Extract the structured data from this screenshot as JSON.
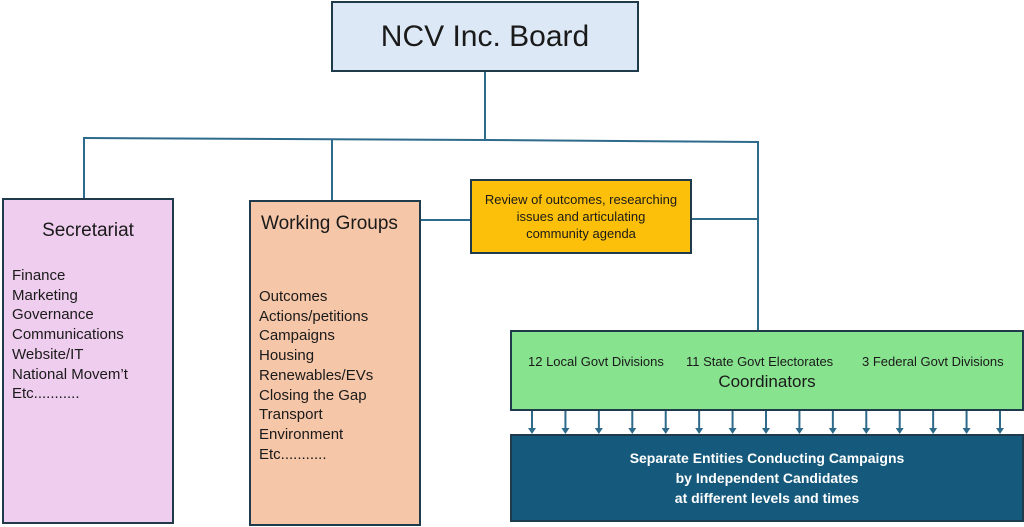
{
  "board": {
    "title": "NCV Inc. Board"
  },
  "secretariat": {
    "title": "Secretariat",
    "items": [
      "Finance",
      "Marketing",
      "Governance",
      "Communications",
      "Website/IT",
      "National Movem’t",
      "Etc..........."
    ]
  },
  "working_groups": {
    "title": "Working Groups",
    "items": [
      "Outcomes",
      "Actions/petitions",
      "Campaigns",
      "Housing",
      "Renewables/EVs",
      "Closing the Gap",
      "Transport",
      "Environment",
      "Etc..........."
    ]
  },
  "review": {
    "lines": [
      "Review of outcomes, researching",
      "issues and articulating",
      "community agenda"
    ]
  },
  "coordinators": {
    "levels": [
      "12 Local Govt Divisions",
      "11 State Govt Electorates",
      "3 Federal Govt Divisions"
    ],
    "label": "Coordinators"
  },
  "entities": {
    "lines": [
      "Separate Entities Conducting Campaigns",
      "by Independent Candidates",
      "at different levels and times"
    ],
    "arrow_count": 15
  },
  "colors": {
    "board": "#dce8f5",
    "secretariat": "#efcdee",
    "working_groups": "#f6c6a8",
    "review": "#fdc00a",
    "coordinators": "#88e38f",
    "entities": "#155a7c",
    "connector": "#2e6a8a"
  }
}
